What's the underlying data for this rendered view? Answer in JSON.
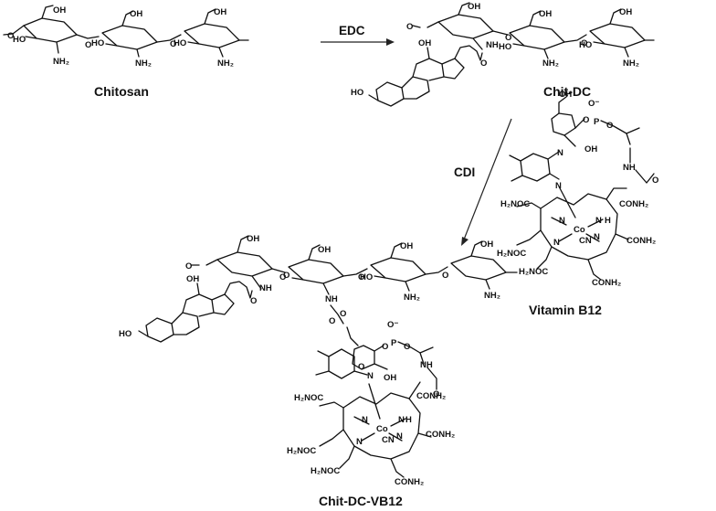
{
  "labels": {
    "chitosan": "Chitosan",
    "chit_dc": "Chit-DC",
    "vitamin_b12": "Vitamin B12",
    "chit_dc_vb12": "Chit-DC-VB12"
  },
  "reagents": {
    "edc": "EDC",
    "cdi": "CDI"
  },
  "atoms": {
    "OH": "OH",
    "HO": "HO",
    "NH2": "NH₂",
    "NH": "NH",
    "O": "O",
    "Ominus": "O⁻",
    "P": "P",
    "N": "N",
    "Co": "Co",
    "CN": "CN",
    "H": "H",
    "CONH2": "CONH₂",
    "H2NOC": "H₂NOC"
  },
  "colors": {
    "ink": "#111111",
    "background": "#ffffff"
  }
}
